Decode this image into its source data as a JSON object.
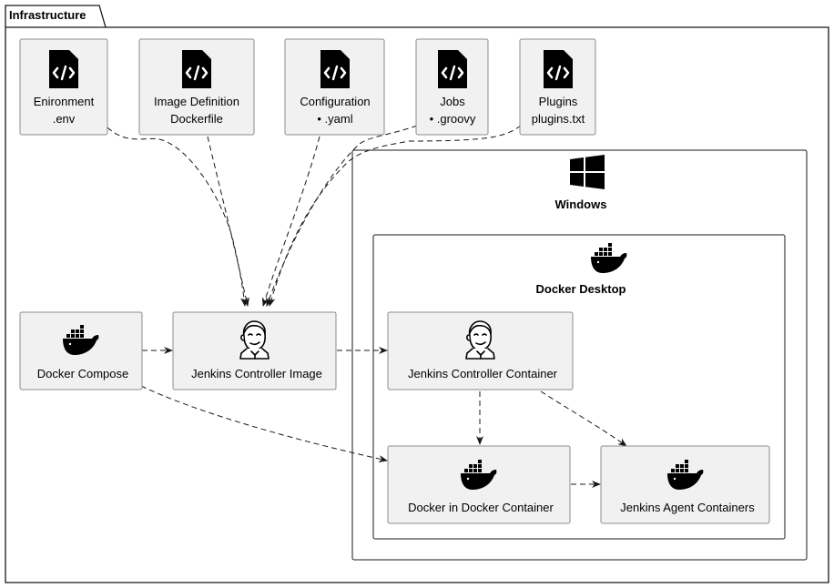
{
  "package": {
    "label": "Infrastructure"
  },
  "frames": {
    "windows": {
      "label": "Windows",
      "icon": "windows-logo-icon"
    },
    "docker_desktop": {
      "label": "Docker Desktop",
      "icon": "docker-whale-icon"
    }
  },
  "files": [
    {
      "id": "env",
      "line1": "Enironment",
      "line2": ".env",
      "icon": "code-file-icon"
    },
    {
      "id": "dockerfile",
      "line1": "Image Definition",
      "line2": "Dockerfile",
      "icon": "code-file-icon"
    },
    {
      "id": "config",
      "line1": "Configuration",
      "line2": "• .yaml",
      "icon": "code-file-icon"
    },
    {
      "id": "jobs",
      "line1": "Jobs",
      "line2": "• .groovy",
      "icon": "code-file-icon"
    },
    {
      "id": "plugins",
      "line1": "Plugins",
      "line2": "plugins.txt",
      "icon": "code-file-icon"
    }
  ],
  "nodes": {
    "docker_compose": {
      "label": "Docker Compose",
      "icon": "docker-whale-icon"
    },
    "jenkins_image": {
      "label": "Jenkins Controller Image",
      "icon": "jenkins-butler-icon"
    },
    "jenkins_container": {
      "label": "Jenkins Controller Container",
      "icon": "jenkins-butler-icon"
    },
    "dind_container": {
      "label": "Docker in Docker Container",
      "icon": "docker-whale-icon"
    },
    "agent_containers": {
      "label": "Jenkins Agent Containers",
      "icon": "docker-whale-icon"
    }
  },
  "edges": [
    {
      "from": "env",
      "to": "jenkins_image"
    },
    {
      "from": "dockerfile",
      "to": "jenkins_image"
    },
    {
      "from": "config",
      "to": "jenkins_image"
    },
    {
      "from": "jobs",
      "to": "jenkins_image"
    },
    {
      "from": "plugins",
      "to": "jenkins_image"
    },
    {
      "from": "docker_compose",
      "to": "jenkins_image"
    },
    {
      "from": "docker_compose",
      "to": "dind_container"
    },
    {
      "from": "jenkins_image",
      "to": "jenkins_container"
    },
    {
      "from": "jenkins_container",
      "to": "dind_container"
    },
    {
      "from": "jenkins_container",
      "to": "agent_containers"
    },
    {
      "from": "dind_container",
      "to": "agent_containers"
    }
  ]
}
